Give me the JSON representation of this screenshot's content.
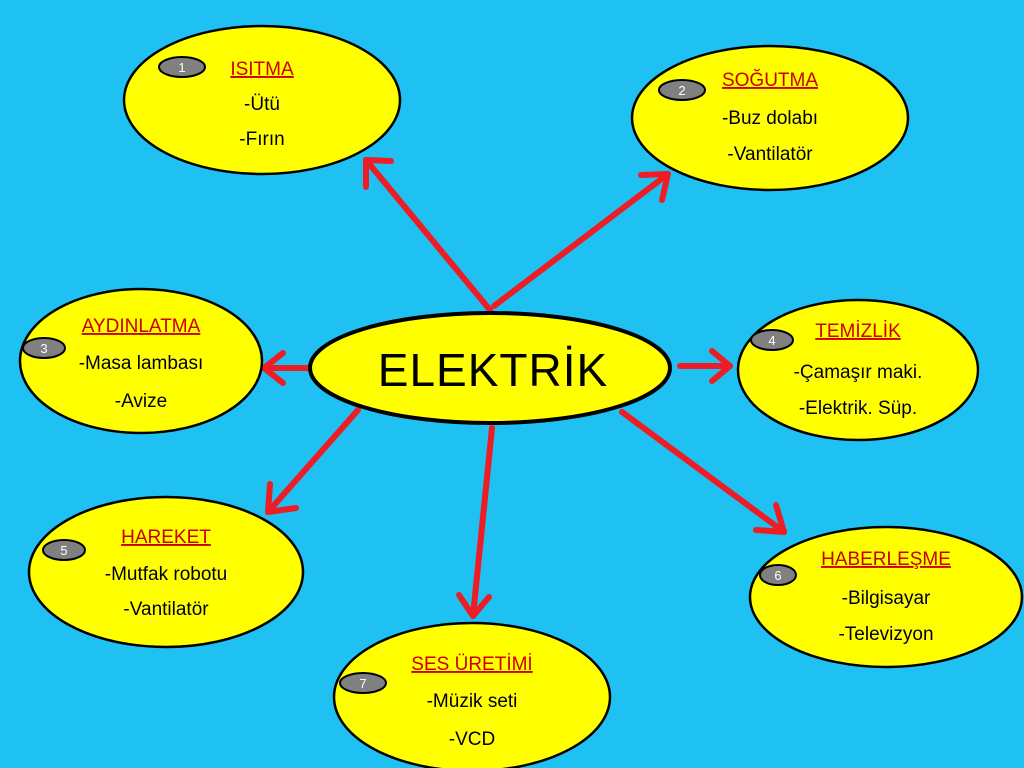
{
  "center": {
    "label": "ELEKTRİK"
  },
  "colors": {
    "background": "#1FC0F2",
    "node_fill": "#FFFF00",
    "node_border": "#000000",
    "arrow": "#EE1C24",
    "title": "#CC0000",
    "badge": "#808080"
  },
  "nodes": [
    {
      "badge": "1",
      "title": "ISITMA",
      "items": [
        "-Ütü",
        "-Fırın"
      ]
    },
    {
      "badge": "2",
      "title": "SOĞUTMA",
      "items": [
        "-Buz dolabı",
        "-Vantilatör"
      ]
    },
    {
      "badge": "3",
      "title": "AYDINLATMA",
      "items": [
        "-Masa lambası",
        "-Avize"
      ]
    },
    {
      "badge": "4",
      "title": "TEMİZLİK",
      "items": [
        "-Çamaşır maki.",
        "-Elektrik. Süp."
      ]
    },
    {
      "badge": "5",
      "title": "HAREKET",
      "items": [
        "-Mutfak robotu",
        "-Vantilatör"
      ]
    },
    {
      "badge": "6",
      "title": "HABERLEŞME",
      "items": [
        "-Bilgisayar",
        "-Televizyon"
      ]
    },
    {
      "badge": "7",
      "title": "SES ÜRETİMİ",
      "items": [
        "-Müzik seti",
        "-VCD"
      ]
    }
  ]
}
